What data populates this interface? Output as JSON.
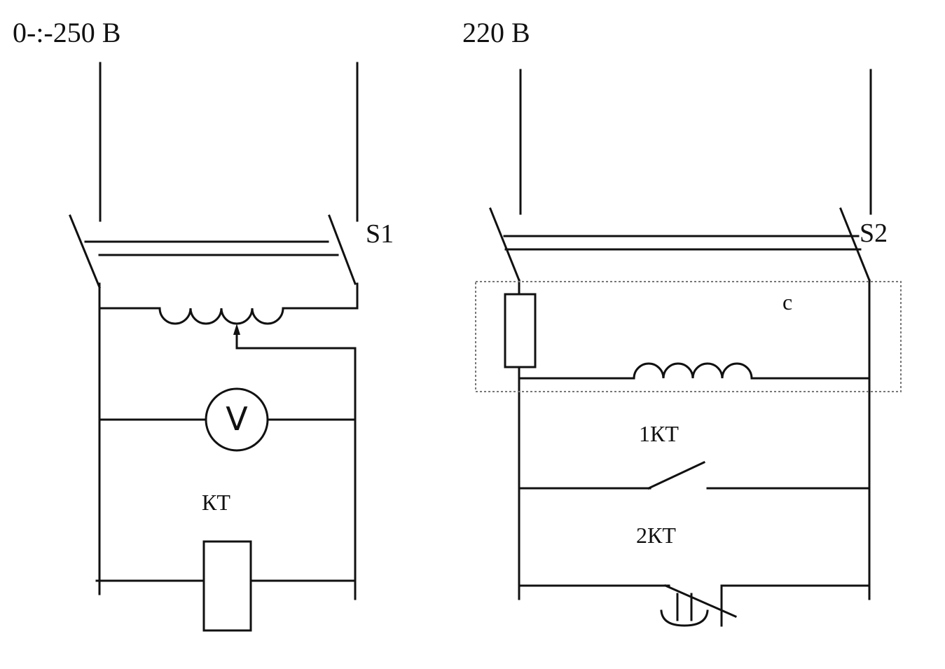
{
  "left_circuit": {
    "supply_label": "0-:-250 В",
    "switch_label": "S1",
    "meter_symbol": "V",
    "relay_label": "КТ"
  },
  "right_circuit": {
    "supply_label": "220 В",
    "switch_label": "S2",
    "relay_box_label": "с",
    "contact1_label": "1КТ",
    "contact2_label": "2КТ"
  }
}
